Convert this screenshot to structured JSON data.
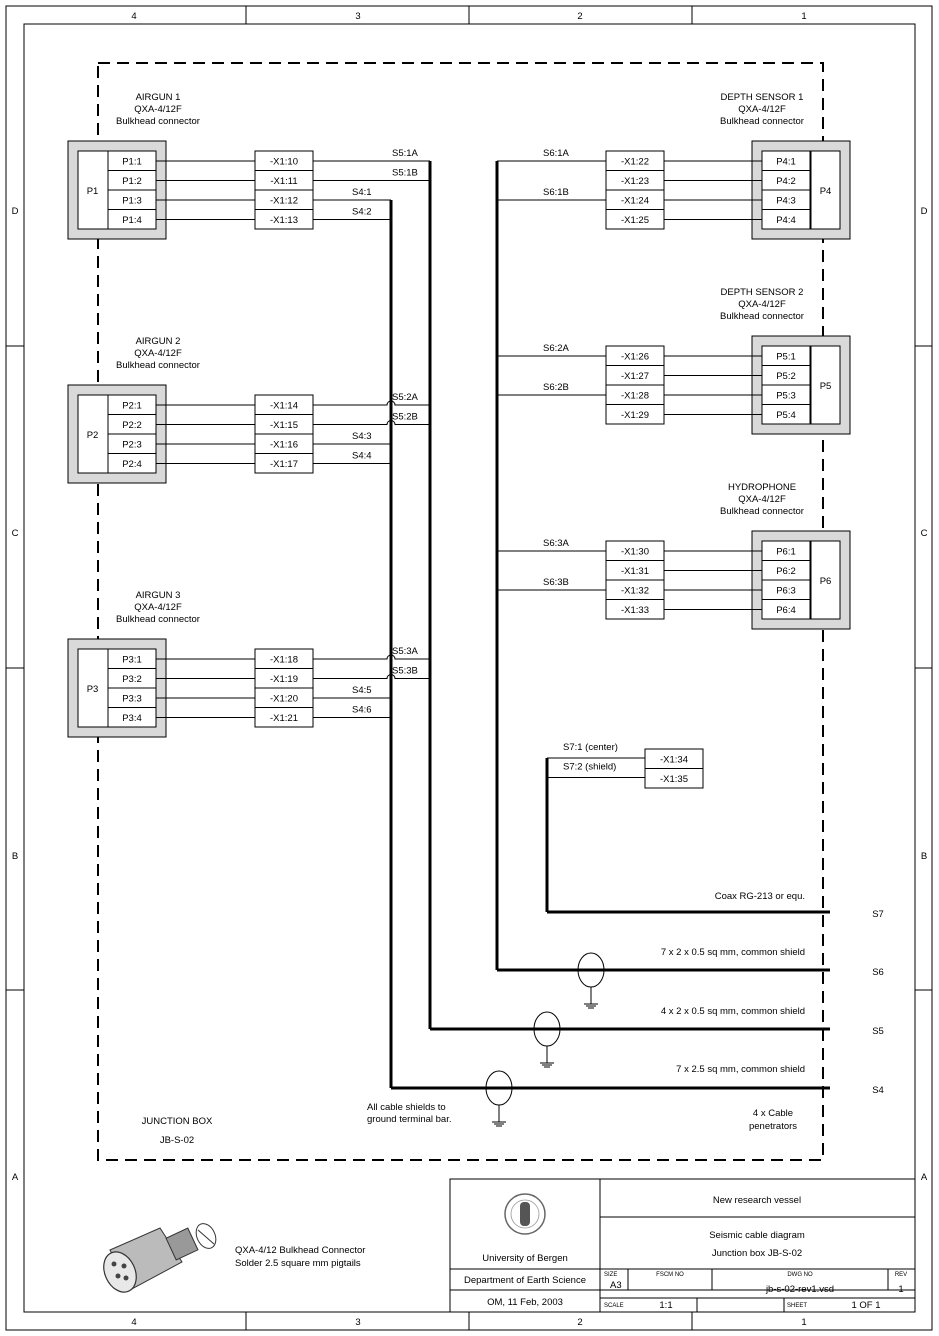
{
  "frame": {
    "columns": [
      "4",
      "3",
      "2",
      "1"
    ],
    "rows": [
      "D",
      "C",
      "B",
      "A"
    ]
  },
  "left_connectors": [
    {
      "title": [
        "AIRGUN 1",
        "QXA-4/12F",
        "Bulkhead connector"
      ],
      "id": "P1",
      "pins": [
        "P1:1",
        "P1:2",
        "P1:3",
        "P1:4"
      ],
      "terminals": [
        "-X1:10",
        "-X1:11",
        "-X1:12",
        "-X1:13"
      ],
      "wires": [
        "S5:1A",
        "S5:1B",
        "S4:1",
        "S4:2"
      ]
    },
    {
      "title": [
        "AIRGUN 2",
        "QXA-4/12F",
        "Bulkhead connector"
      ],
      "id": "P2",
      "pins": [
        "P2:1",
        "P2:2",
        "P2:3",
        "P2:4"
      ],
      "terminals": [
        "-X1:14",
        "-X1:15",
        "-X1:16",
        "-X1:17"
      ],
      "wires": [
        "S5:2A",
        "S5:2B",
        "S4:3",
        "S4:4"
      ]
    },
    {
      "title": [
        "AIRGUN 3",
        "QXA-4/12F",
        "Bulkhead connector"
      ],
      "id": "P3",
      "pins": [
        "P3:1",
        "P3:2",
        "P3:3",
        "P3:4"
      ],
      "terminals": [
        "-X1:18",
        "-X1:19",
        "-X1:20",
        "-X1:21"
      ],
      "wires": [
        "S5:3A",
        "S5:3B",
        "S4:5",
        "S4:6"
      ]
    }
  ],
  "right_connectors": [
    {
      "title": [
        "DEPTH SENSOR 1",
        "QXA-4/12F",
        "Bulkhead connector"
      ],
      "id": "P4",
      "pins": [
        "P4:1",
        "P4:2",
        "P4:3",
        "P4:4"
      ],
      "terminals": [
        "-X1:22",
        "-X1:23",
        "-X1:24",
        "-X1:25"
      ],
      "wires": [
        "S6:1A",
        "S6:1B"
      ]
    },
    {
      "title": [
        "DEPTH SENSOR 2",
        "QXA-4/12F",
        "Bulkhead connector"
      ],
      "id": "P5",
      "pins": [
        "P5:1",
        "P5:2",
        "P5:3",
        "P5:4"
      ],
      "terminals": [
        "-X1:26",
        "-X1:27",
        "-X1:28",
        "-X1:29"
      ],
      "wires": [
        "S6:2A",
        "S6:2B"
      ]
    },
    {
      "title": [
        "HYDROPHONE",
        "QXA-4/12F",
        "Bulkhead connector"
      ],
      "id": "P6",
      "pins": [
        "P6:1",
        "P6:2",
        "P6:3",
        "P6:4"
      ],
      "terminals": [
        "-X1:30",
        "-X1:31",
        "-X1:32",
        "-X1:33"
      ],
      "wires": [
        "S6:3A",
        "S6:3B"
      ]
    }
  ],
  "coax": {
    "terminals": [
      "-X1:34",
      "-X1:35"
    ],
    "wires": [
      "S7:1 (center)",
      "S7:2 (shield)"
    ]
  },
  "cables": [
    {
      "id": "S7",
      "description": "Coax RG-213 or equ."
    },
    {
      "id": "S6",
      "description": "7 x 2 x 0.5 sq mm, common shield"
    },
    {
      "id": "S5",
      "description": "4 x 2 x 0.5 sq mm, common shield"
    },
    {
      "id": "S4",
      "description": "7 x 2.5 sq mm, common shield"
    }
  ],
  "notes": {
    "junction_box": [
      "JUNCTION BOX",
      "JB-S-02"
    ],
    "shields": [
      "All cable shields to",
      "ground terminal bar."
    ],
    "penetrators": [
      "4 x Cable",
      "penetrators"
    ],
    "connector_caption": [
      "QXA-4/12 Bulkhead Connector",
      "Solder 2.5 square mm pigtails"
    ]
  },
  "title_block": {
    "project": "New research vessel",
    "title": [
      "Seismic cable diagram",
      "Junction box JB-S-02"
    ],
    "organization": "University of Bergen",
    "department": "Department of Earth Science",
    "author_date": "OM, 11 Feb, 2003",
    "size_label": "SIZE",
    "size": "A3",
    "fscm_label": "FSCM NO",
    "dwg_label": "DWG NO",
    "dwg": "jb-s-02-rev1.vsd",
    "rev_label": "REV",
    "rev": "1",
    "scale_label": "SCALE",
    "scale": "1:1",
    "sheet_label": "SHEET",
    "sheet": "1 OF 1"
  }
}
